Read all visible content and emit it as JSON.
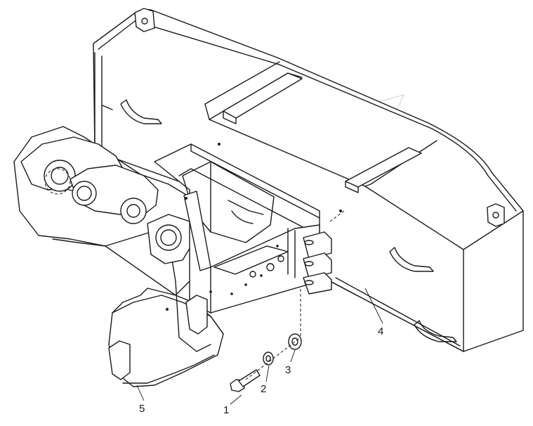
{
  "callouts": [
    {
      "id": "1",
      "label": "1"
    },
    {
      "id": "2",
      "label": "2"
    },
    {
      "id": "3",
      "label": "3"
    },
    {
      "id": "4",
      "label": "4"
    },
    {
      "id": "5",
      "label": "5"
    }
  ],
  "parts": {
    "bolt": "bolt",
    "lock-washer": "lock-washer",
    "flat-washer": "flat-washer",
    "counterweight": "counterweight",
    "rear-frame": "rear-frame"
  }
}
